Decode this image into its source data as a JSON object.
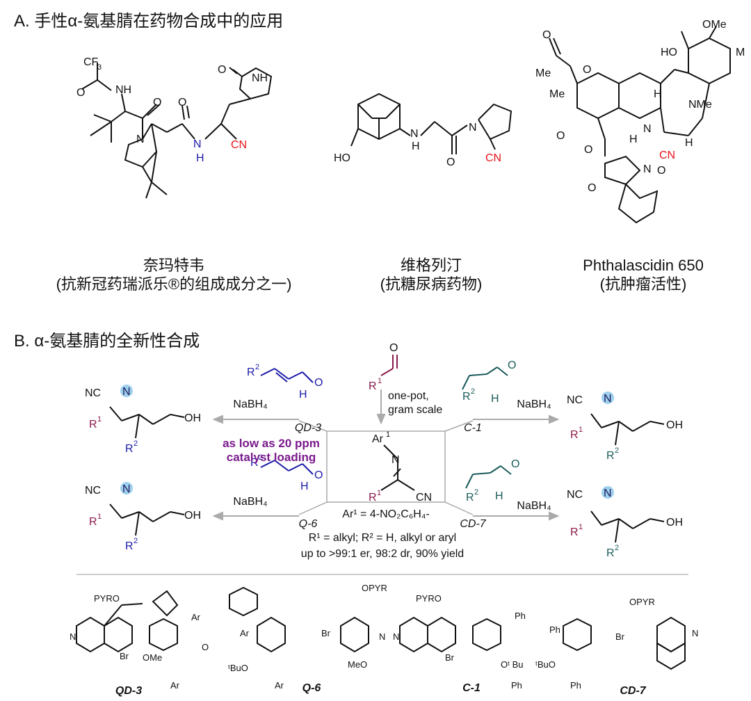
{
  "sectionA": {
    "title": "A.  手性α-氨基腈在药物合成中的应用"
  },
  "drugs": [
    {
      "name": "奈玛特韦",
      "note": "(抗新冠药瑞派乐®的组成成分之一)"
    },
    {
      "name": "维格列汀",
      "note": "(抗糖尿病药物)"
    },
    {
      "name": "Phthalascidin 650",
      "note": "(抗肿瘤活性)"
    }
  ],
  "sectionB": {
    "title": "B.  α-氨基腈的全新性合成"
  },
  "conditions": {
    "onepot": "one-pot,",
    "gram": "gram scale",
    "ar1_def": "Ar¹ = 4-NO₂C₆H₄-",
    "r_def": "R¹ = alkyl; R² = H, alkyl or aryl",
    "selectivity": "up to >99:1 er, 98:2 dr, 90% yield",
    "loading1": "as low as 20 ppm",
    "loading2": "catalyst loading",
    "nabh4": "NaBH₄"
  },
  "catalysts": {
    "qd3": "QD-3",
    "q6": "Q-6",
    "c1": "C-1",
    "cd7": "CD-7"
  },
  "colors": {
    "purple": "#7a1a8c",
    "blue": "#1a1aa8",
    "red": "#e8121a",
    "teal": "#1a5a5a",
    "maroon": "#8a1a4a",
    "arrow": "#aaaaaa"
  }
}
